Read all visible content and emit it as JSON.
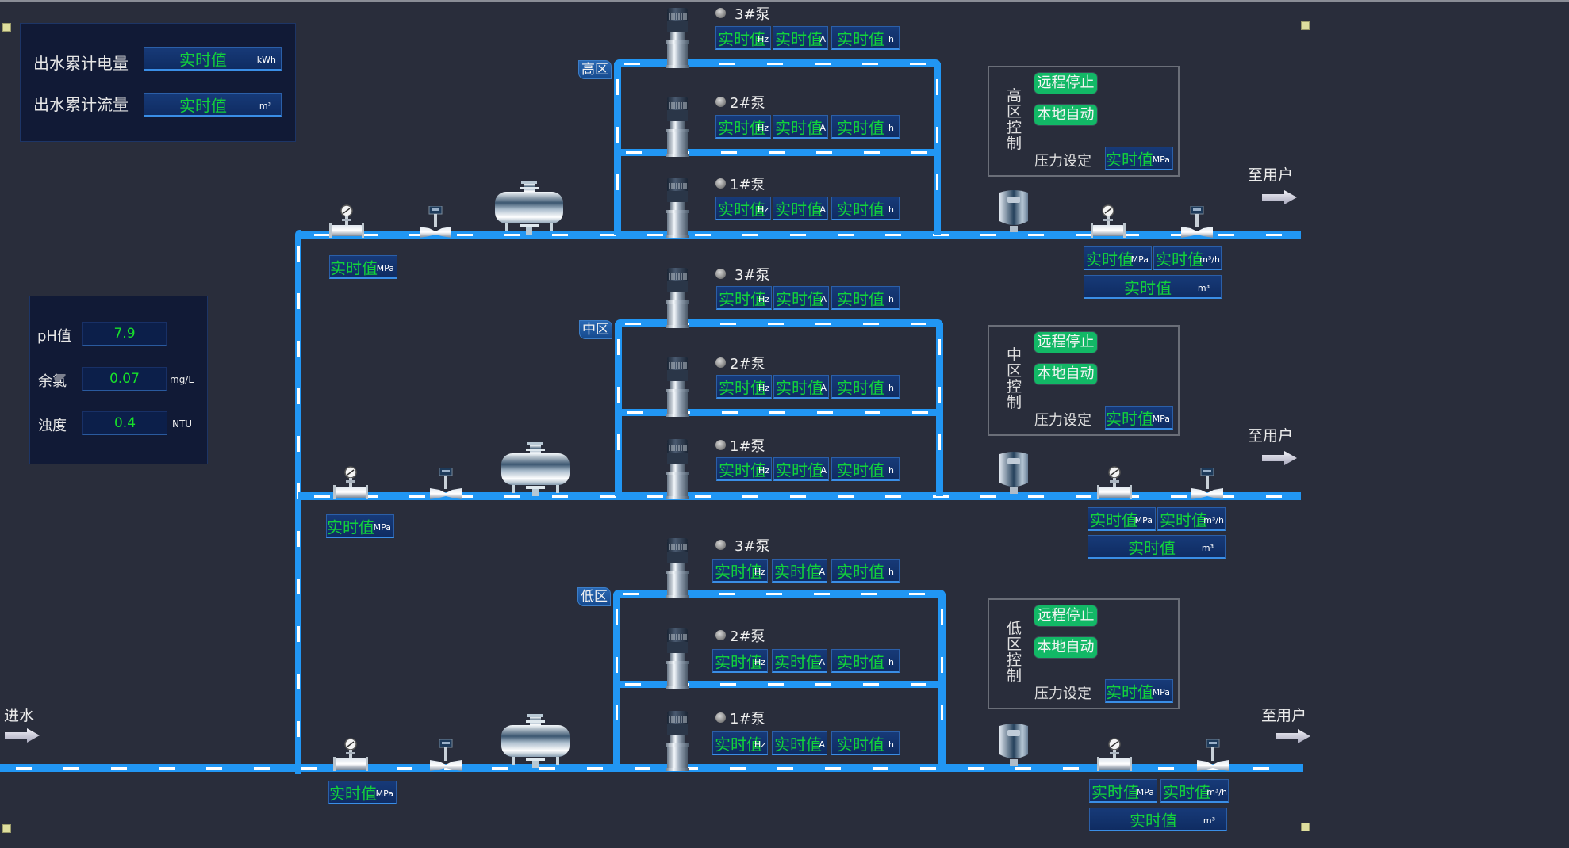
{
  "summary_panel": {
    "rows": [
      {
        "label": "出水累计电量",
        "value": "实时值",
        "unit": "kWh"
      },
      {
        "label": "出水累计流量",
        "value": "实时值",
        "unit": "m³"
      }
    ]
  },
  "water_quality": {
    "rows": [
      {
        "label": "pH值",
        "value": "7.9",
        "unit": ""
      },
      {
        "label": "余氯",
        "value": "0.07",
        "unit": "mg/L"
      },
      {
        "label": "浊度",
        "value": "0.4",
        "unit": "NTU"
      }
    ]
  },
  "inlet": {
    "label": "进水"
  },
  "zones": [
    {
      "key": "high",
      "tag": "高区",
      "inlet_pressure": {
        "value": "实时值",
        "unit": "MPa"
      },
      "pumps": [
        {
          "name": "3#泵",
          "freq": "实时值",
          "freq_unit": "Hz",
          "current": "实时值",
          "current_unit": "A",
          "runtime": "实时值",
          "runtime_unit": "h",
          "status": "stopped"
        },
        {
          "name": "2#泵",
          "freq": "实时值",
          "freq_unit": "Hz",
          "current": "实时值",
          "current_unit": "A",
          "runtime": "实时值",
          "runtime_unit": "h",
          "status": "stopped"
        },
        {
          "name": "1#泵",
          "freq": "实时值",
          "freq_unit": "Hz",
          "current": "实时值",
          "current_unit": "A",
          "runtime": "实时值",
          "runtime_unit": "h",
          "status": "stopped"
        }
      ],
      "control": {
        "title": "高区控制",
        "remote_stop": "远程停止",
        "local_auto": "本地自动",
        "pressure_label": "压力设定",
        "pressure_value": "实时值",
        "pressure_unit": "MPa"
      },
      "outlet": {
        "pressure": "实时值",
        "pressure_unit": "MPa",
        "flow": "实时值",
        "flow_unit": "m³/h",
        "total": "实时值",
        "total_unit": "m³",
        "label": "至用户"
      }
    },
    {
      "key": "mid",
      "tag": "中区",
      "inlet_pressure": {
        "value": "实时值",
        "unit": "MPa"
      },
      "pumps": [
        {
          "name": "3#泵",
          "freq": "实时值",
          "freq_unit": "Hz",
          "current": "实时值",
          "current_unit": "A",
          "runtime": "实时值",
          "runtime_unit": "h",
          "status": "stopped"
        },
        {
          "name": "2#泵",
          "freq": "实时值",
          "freq_unit": "Hz",
          "current": "实时值",
          "current_unit": "A",
          "runtime": "实时值",
          "runtime_unit": "h",
          "status": "stopped"
        },
        {
          "name": "1#泵",
          "freq": "实时值",
          "freq_unit": "Hz",
          "current": "实时值",
          "current_unit": "A",
          "runtime": "实时值",
          "runtime_unit": "h",
          "status": "stopped"
        }
      ],
      "control": {
        "title": "中区控制",
        "remote_stop": "远程停止",
        "local_auto": "本地自动",
        "pressure_label": "压力设定",
        "pressure_value": "实时值",
        "pressure_unit": "MPa"
      },
      "outlet": {
        "pressure": "实时值",
        "pressure_unit": "MPa",
        "flow": "实时值",
        "flow_unit": "m³/h",
        "total": "实时值",
        "total_unit": "m³",
        "label": "至用户"
      }
    },
    {
      "key": "low",
      "tag": "低区",
      "inlet_pressure": {
        "value": "实时值",
        "unit": "MPa"
      },
      "pumps": [
        {
          "name": "3#泵",
          "freq": "实时值",
          "freq_unit": "Hz",
          "current": "实时值",
          "current_unit": "A",
          "runtime": "实时值",
          "runtime_unit": "h",
          "status": "stopped"
        },
        {
          "name": "2#泵",
          "freq": "实时值",
          "freq_unit": "Hz",
          "current": "实时值",
          "current_unit": "A",
          "runtime": "实时值",
          "runtime_unit": "h",
          "status": "stopped"
        },
        {
          "name": "1#泵",
          "freq": "实时值",
          "freq_unit": "Hz",
          "current": "实时值",
          "current_unit": "A",
          "runtime": "实时值",
          "runtime_unit": "h",
          "status": "stopped"
        }
      ],
      "control": {
        "title": "低区控制",
        "remote_stop": "远程停止",
        "local_auto": "本地自动",
        "pressure_label": "压力设定",
        "pressure_value": "实时值",
        "pressure_unit": "MPa"
      },
      "outlet": {
        "pressure": "实时值",
        "pressure_unit": "MPa",
        "flow": "实时值",
        "flow_unit": "m³/h",
        "total": "实时值",
        "total_unit": "m³",
        "label": "至用户"
      }
    }
  ],
  "colors": {
    "background": "#292d3b",
    "pipe": "#2196f3",
    "value_text": "#12d23b",
    "button_green": "#12b866",
    "panel": "#111a36"
  }
}
